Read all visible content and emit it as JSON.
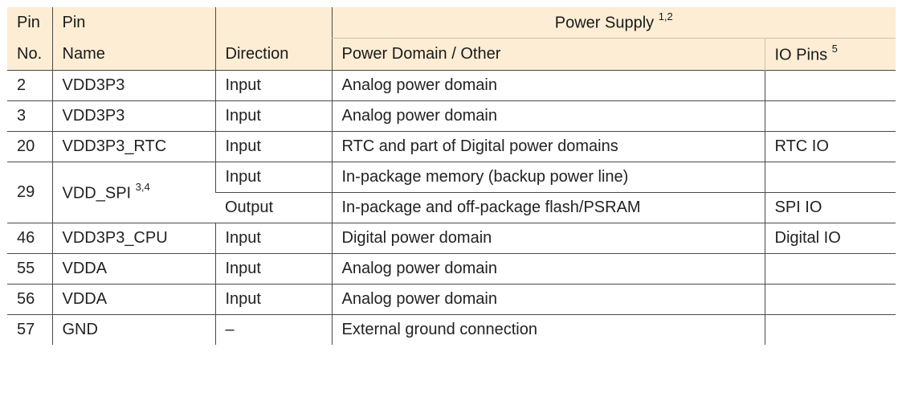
{
  "header": {
    "pin_no_top": "Pin",
    "pin_no_bottom": "No.",
    "pin_name_top": "Pin",
    "pin_name_bottom": "Name",
    "direction": "Direction",
    "power_supply": "Power Supply",
    "power_supply_sup": "1,2",
    "power_domain": "Power Domain / Other",
    "io_pins": "IO Pins",
    "io_pins_sup": "5"
  },
  "rows": [
    {
      "no": "2",
      "name": "VDD3P3",
      "direction": "Input",
      "domain": "Analog power domain",
      "io": ""
    },
    {
      "no": "3",
      "name": "VDD3P3",
      "direction": "Input",
      "domain": "Analog power domain",
      "io": ""
    },
    {
      "no": "20",
      "name": "VDD3P3_RTC",
      "direction": "Input",
      "domain": "RTC and part of Digital power domains",
      "io": "RTC IO"
    },
    {
      "no": "29",
      "name": "VDD_SPI",
      "name_sup": "3,4",
      "direction": "Input",
      "domain": "In-package memory (backup power line)",
      "io": "",
      "direction2": "Output",
      "domain2": "In-package and off-package flash/PSRAM",
      "io2": "SPI IO"
    },
    {
      "no": "46",
      "name": "VDD3P3_CPU",
      "direction": "Input",
      "domain": "Digital power domain",
      "io": "Digital IO"
    },
    {
      "no": "55",
      "name": "VDDA",
      "direction": "Input",
      "domain": "Analog power domain",
      "io": ""
    },
    {
      "no": "56",
      "name": "VDDA",
      "direction": "Input",
      "domain": "Analog power domain",
      "io": ""
    },
    {
      "no": "57",
      "name": "GND",
      "direction": "–",
      "domain": "External ground connection",
      "io": ""
    }
  ]
}
